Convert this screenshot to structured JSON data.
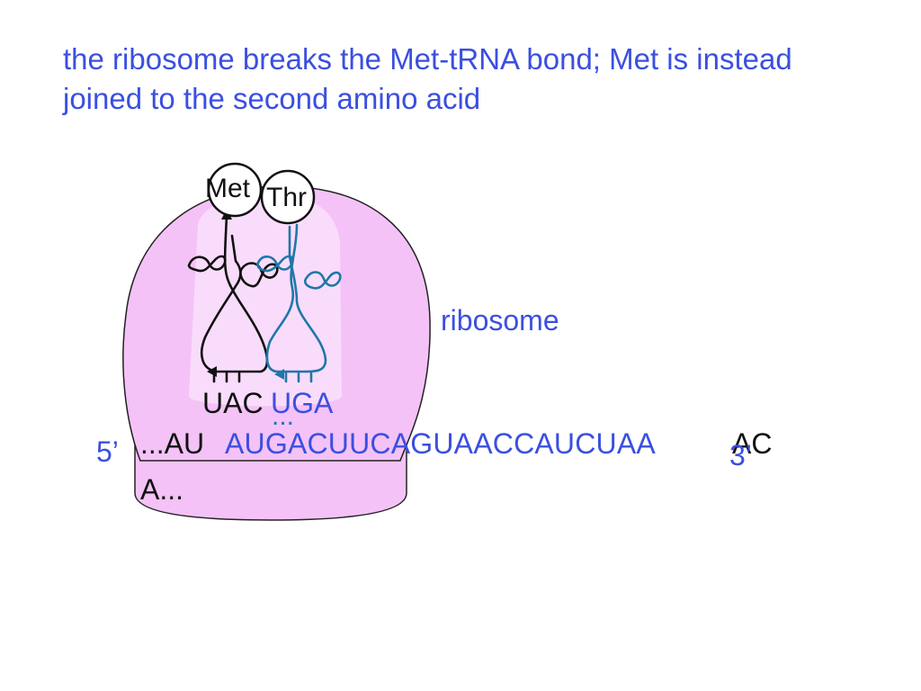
{
  "title": "the ribosome breaks the Met-tRNA bond; Met is instead joined to the second amino acid",
  "amino_acids": {
    "first": "Met",
    "second": "Thr"
  },
  "ribosome_label": "ribosome",
  "anticodons": {
    "first": "UAC",
    "second": "UGA"
  },
  "pairing_dots": "...",
  "mrna": {
    "five_prime": "5’",
    "three_prime": "3’",
    "prefix": "...AU",
    "coding": "AUGACUUCAGUAACCAUCUAA",
    "suffix": "AC",
    "line2": "A..."
  },
  "colors": {
    "ribosome_fill": "#f4c2f7",
    "ribosome_inner": "#f9dcfb",
    "trna_first": "#111111",
    "trna_second": "#1f77a8",
    "text_blue": "#3b4fe0"
  }
}
